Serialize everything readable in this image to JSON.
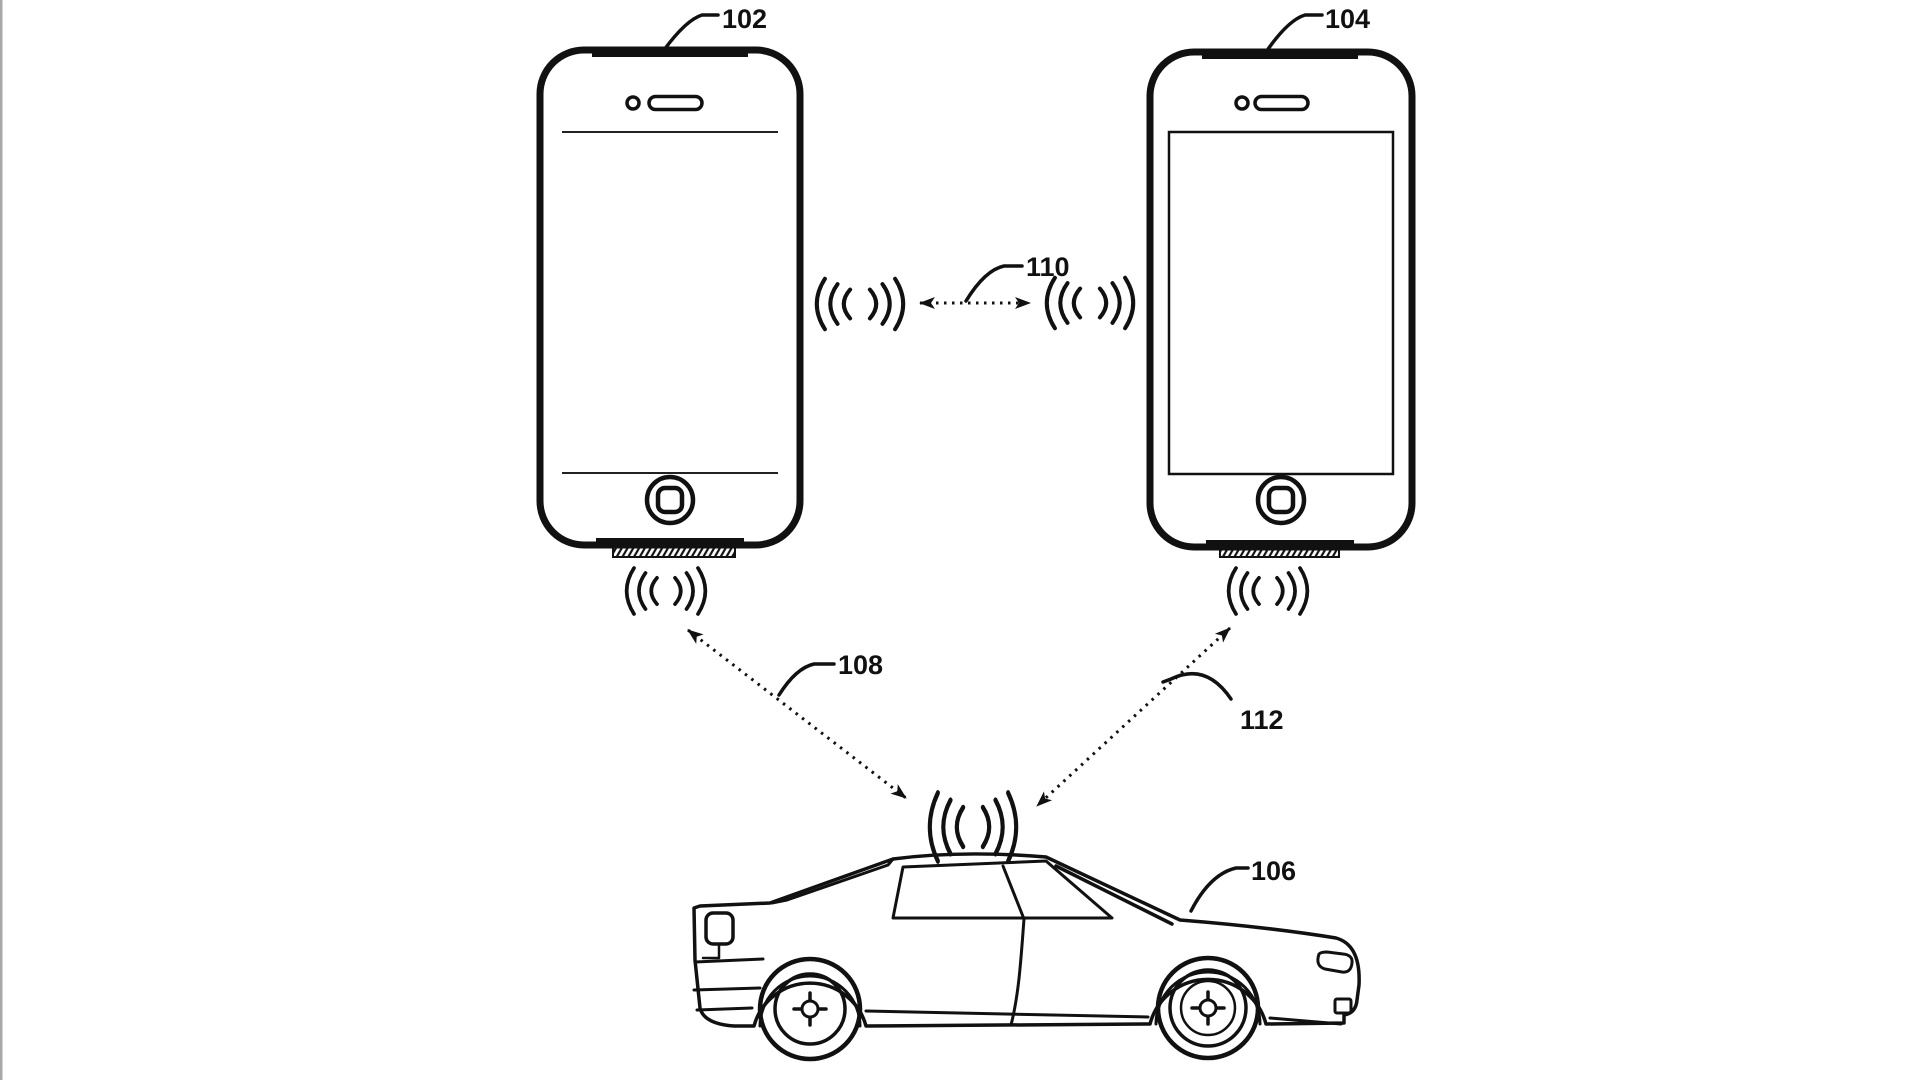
{
  "figure": {
    "reference_labels": {
      "phone_left": "102",
      "phone_right": "104",
      "car": "106",
      "link_left_phone_to_car": "108",
      "link_phone_to_phone": "110",
      "link_right_phone_to_car": "112"
    },
    "colors": {
      "ink": "#111111",
      "background": "#ffffff",
      "left_edge_line": "#a9a9a9"
    }
  }
}
